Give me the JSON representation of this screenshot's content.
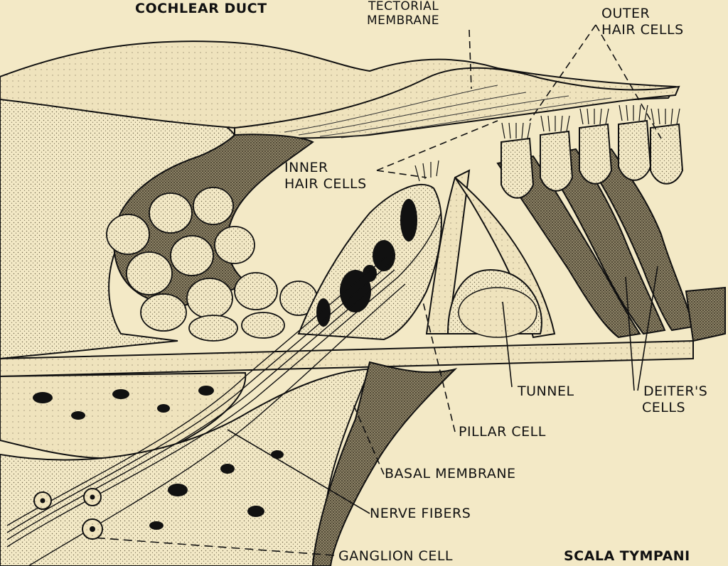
{
  "labels": {
    "cochlear_duct": "COCHLEAR DUCT",
    "tectorial_membrane": [
      "TECTORIAL",
      "MEMBRANE"
    ],
    "outer_hair_cells": [
      "OUTER",
      "HAIR CELLS"
    ],
    "inner_hair_cells": [
      "INNER",
      "HAIR CELLS"
    ],
    "tunnel": "TUNNEL",
    "deiters_cells": [
      "DEITER'S",
      "CELLS"
    ],
    "pillar_cell": "PILLAR CELL",
    "basal_membrane": "BASAL MEMBRANE",
    "nerve_fibers": "NERVE FIBERS",
    "ganglion_cell": "GANGLION CELL",
    "scala_tympani": "SCALA TYMPANI"
  },
  "colors": {
    "paper": "#f3e9c6",
    "ink": "#111111",
    "shade": "#b9ae8c"
  }
}
